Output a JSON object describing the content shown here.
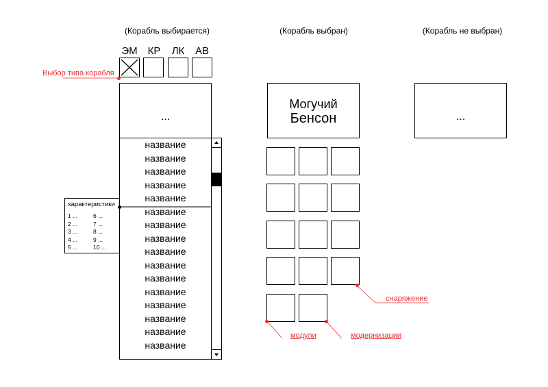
{
  "headers": {
    "selecting": "(Корабль выбирается)",
    "selected": "(Корабль выбран)",
    "not_selected": "(Корабль не выбран)"
  },
  "ship_types": [
    "ЭМ",
    "КР",
    "ЛК",
    "АВ"
  ],
  "ship_type_label": "Выбор типа корабля",
  "preview_placeholder": "...",
  "ship_list": [
    "название",
    "название",
    "название",
    "название",
    "название",
    "название",
    "название",
    "название",
    "название",
    "название",
    "название",
    "название",
    "название",
    "название",
    "название",
    "название"
  ],
  "characteristics": {
    "title": "характеристики",
    "col1": [
      "1 ...",
      "2 ...",
      "3 ...",
      "4 ...",
      "5 ..."
    ],
    "col2": [
      "6 ...",
      "7 ...",
      "8 ...",
      "9 ...",
      "10 ..."
    ]
  },
  "selected_ship": {
    "name_line1": "Могучий",
    "name_line2": "Бенсон"
  },
  "not_selected_placeholder": "...",
  "annotations": {
    "equipment": "снаряжение",
    "modules": "модули",
    "upgrades": "модернизации"
  },
  "colors": {
    "annotation": "#e53030",
    "stroke": "#000000"
  }
}
